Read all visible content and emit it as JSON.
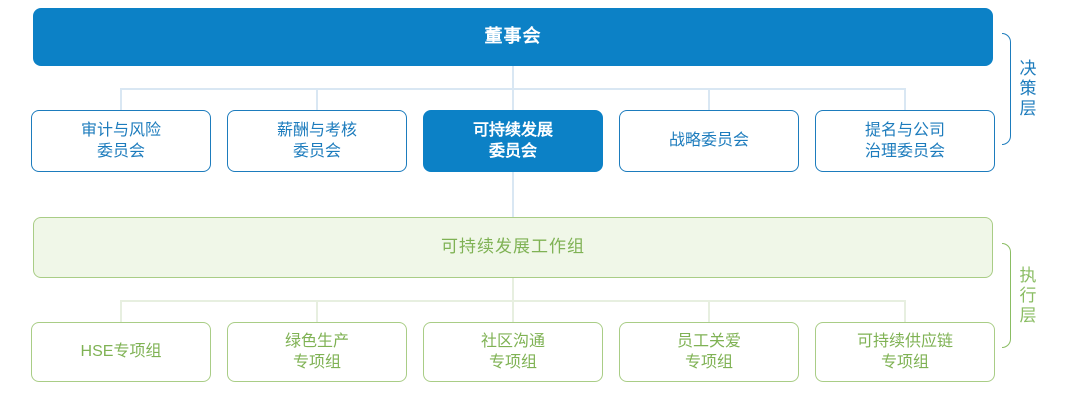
{
  "palette": {
    "background": "#ffffff",
    "primary-blue": "#0c81c6",
    "blue-accent": "#1d7cbd",
    "blue-line": "#d9e7f3",
    "green-border": "#a9cd86",
    "green-text": "#7fb254",
    "green-fill": "#f0f7e8",
    "green-line": "#e7efe0",
    "green-bracket": "#8abd63"
  },
  "chart": {
    "board": {
      "label": "董事会"
    },
    "committees": [
      {
        "label": "审计与风险\n委员会",
        "highlighted": false
      },
      {
        "label": "薪酬与考核\n委员会",
        "highlighted": false
      },
      {
        "label": "可持续发展\n委员会",
        "highlighted": true
      },
      {
        "label": "战略委员会",
        "highlighted": false
      },
      {
        "label": "提名与公司\n治理委员会",
        "highlighted": false
      }
    ],
    "workgroup": {
      "label": "可持续发展工作组"
    },
    "taskgroups": [
      {
        "label": "HSE专项组"
      },
      {
        "label": "绿色生产\n专项组"
      },
      {
        "label": "社区沟通\n专项组"
      },
      {
        "label": "员工关爱\n专项组"
      },
      {
        "label": "可持续供应链\n专项组"
      }
    ],
    "layers": [
      {
        "label": "决策层"
      },
      {
        "label": "执行层"
      }
    ]
  }
}
